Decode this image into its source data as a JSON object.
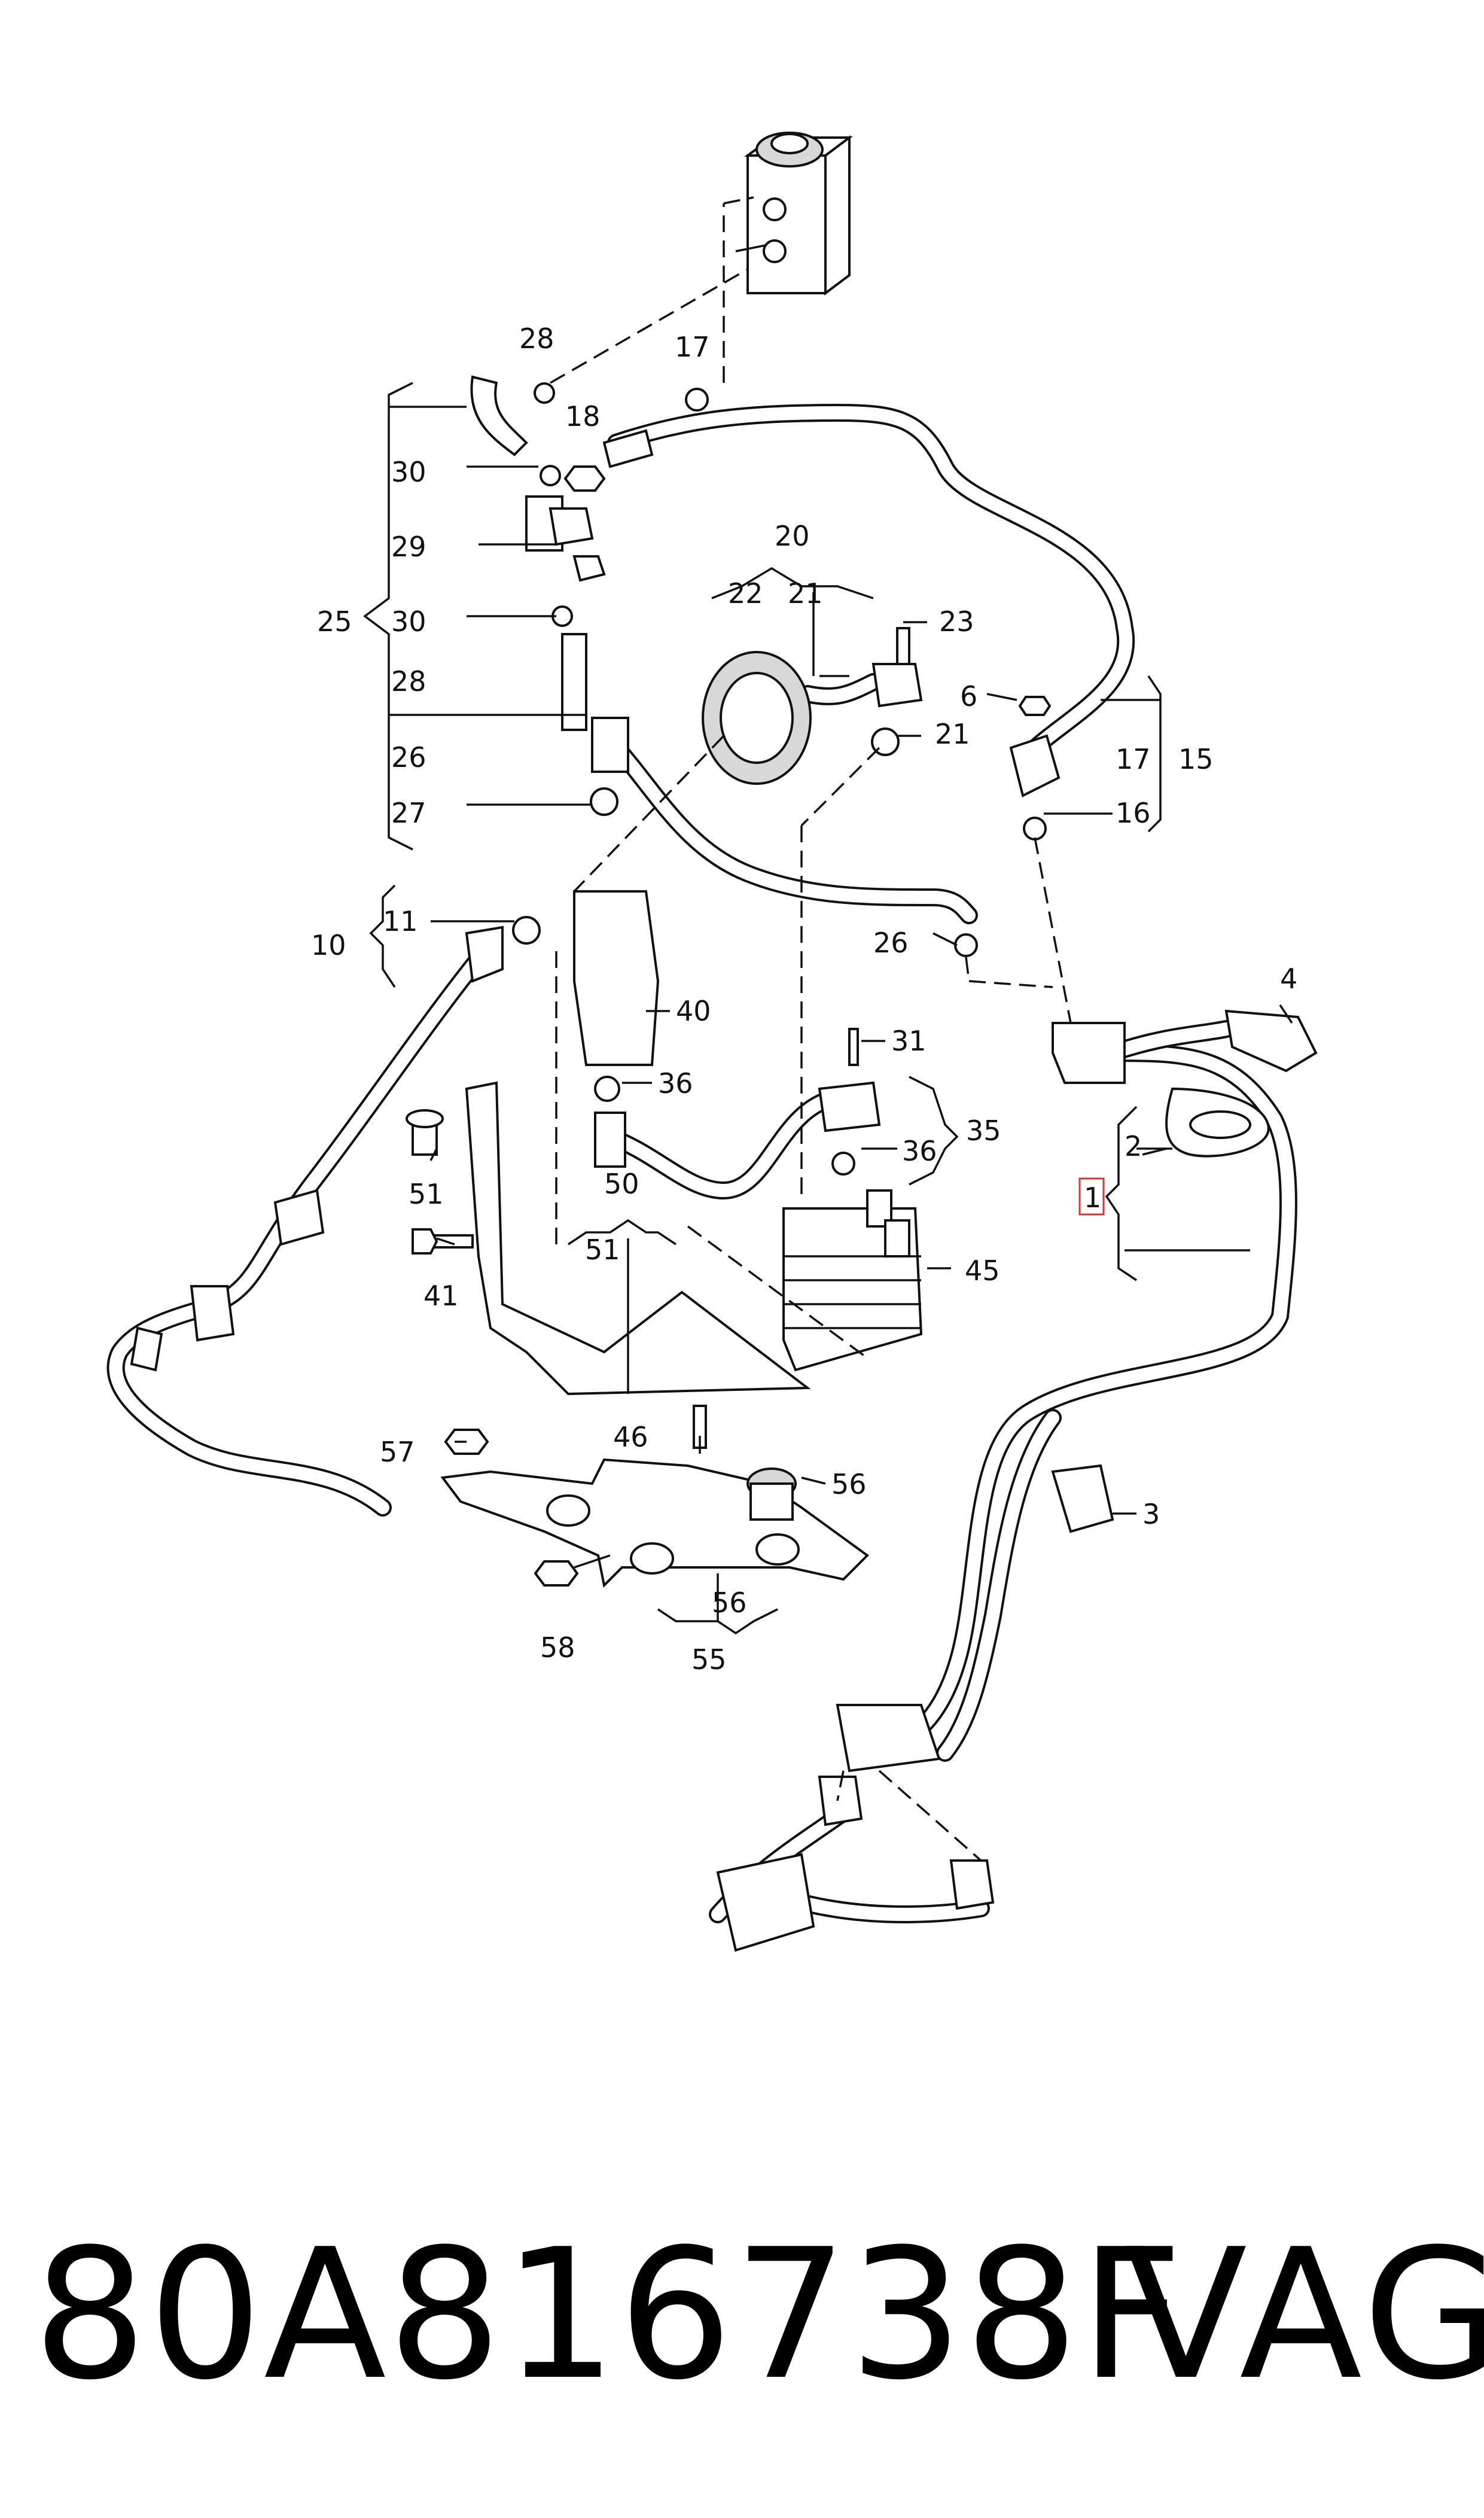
{
  "callouts": {
    "c1": "1",
    "c2": "2",
    "c3": "3",
    "c4": "4",
    "c6": "6",
    "c10": "10",
    "c11": "11",
    "c15": "15",
    "c16": "16",
    "c17a": "17",
    "c17b": "17",
    "c18": "18",
    "c20": "20",
    "c21a": "21",
    "c21b": "21",
    "c22": "22",
    "c23": "23",
    "c25": "25",
    "c26a": "26",
    "c26b": "26",
    "c27": "27",
    "c28a": "28",
    "c28b": "28",
    "c29": "29",
    "c30a": "30",
    "c30b": "30",
    "c31": "31",
    "c35": "35",
    "c36a": "36",
    "c36b": "36",
    "c40": "40",
    "c41": "41",
    "c45": "45",
    "c46": "46",
    "c50": "50",
    "c51a": "51",
    "c51b": "51",
    "c55": "55",
    "c56a": "56",
    "c56b": "56",
    "c57": "57",
    "c58": "58"
  },
  "highlight_color": "#e03030",
  "footer": {
    "part_number": "80A816738F",
    "brand": "VAG"
  }
}
